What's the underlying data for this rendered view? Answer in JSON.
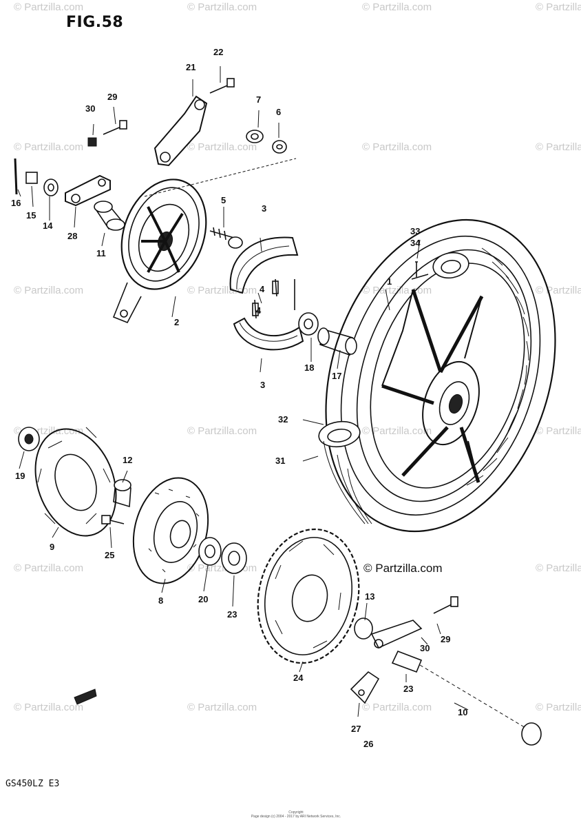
{
  "figure": {
    "title": "FIG.58",
    "model_code": "GS450LZ E3"
  },
  "watermark_text": "© Partzilla.com",
  "featured_watermark": "© Partzilla.com",
  "footer": {
    "line1": "Copyright",
    "line2": "Page design (c) 2004 - 2017 by ARI Network Services, Inc."
  },
  "callouts": {
    "c1": "1",
    "c2": "2",
    "c3a": "3",
    "c3b": "3",
    "c4a": "4",
    "c4b": "4",
    "c5": "5",
    "c6": "6",
    "c7": "7",
    "c8": "8",
    "c9": "9",
    "c10": "10",
    "c11": "11",
    "c12": "12",
    "c13": "13",
    "c14": "14",
    "c15": "15",
    "c16": "16",
    "c17": "17",
    "c18": "18",
    "c19": "19",
    "c20": "20",
    "c21": "21",
    "c22": "22",
    "c23a": "23",
    "c23b": "23",
    "c24": "24",
    "c25": "25",
    "c27": "27",
    "c28": "28",
    "c29a": "29",
    "c29b": "29",
    "c30a": "30",
    "c30b": "30",
    "c31": "31",
    "c32": "32",
    "c33": "33",
    "c34": "34",
    "c26": "26"
  },
  "icons": [
    "front-arrow-icon"
  ]
}
